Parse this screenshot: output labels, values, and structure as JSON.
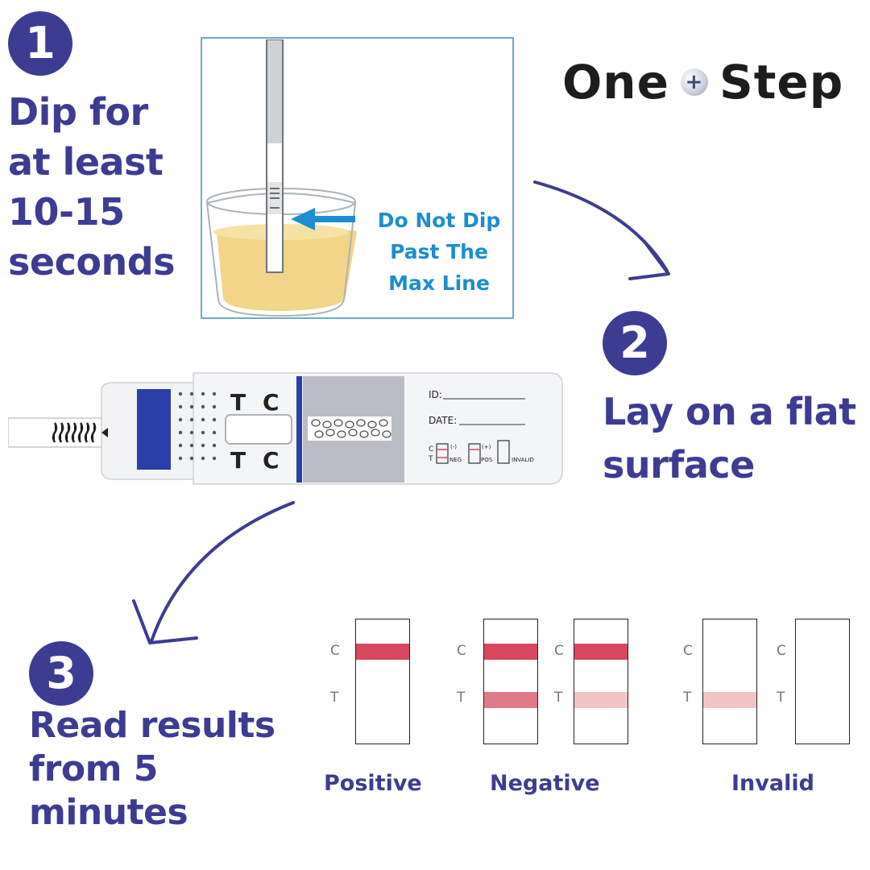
{
  "brand": {
    "word1": "One",
    "plus": "+",
    "word2": "Step"
  },
  "steps": [
    {
      "number": "1",
      "lines": [
        "Dip for",
        "at least",
        "10-15",
        "seconds"
      ]
    },
    {
      "number": "2",
      "lines": [
        "Lay on a flat",
        "surface"
      ]
    },
    {
      "number": "3",
      "lines": [
        "Read results",
        "from 5",
        "minutes"
      ]
    }
  ],
  "dip_illustration": {
    "warning_lines": [
      "Do Not Dip",
      "Past The",
      "Max Line"
    ]
  },
  "cassette": {
    "left_top_letters": [
      "C",
      "T"
    ],
    "left_bottom_letters": [
      "T",
      "C"
    ],
    "id_label": "ID:",
    "date_label": "DATE:",
    "legend": {
      "c": "C",
      "t": "T",
      "neg_sign": "(-)",
      "neg": "NEG",
      "pos_sign": "(+)",
      "pos": "POS",
      "invalid": "INVALID"
    }
  },
  "results": {
    "c_letter": "C",
    "t_letter": "T",
    "labels": {
      "positive": "Positive",
      "negative": "Negative",
      "invalid": "Invalid"
    },
    "colors": {
      "strong": "#d9475f",
      "medium": "#e07a88",
      "faint": "#f3c4c4",
      "brand_blue": "#3d3c93",
      "warning_blue": "#1c8ecf"
    }
  }
}
